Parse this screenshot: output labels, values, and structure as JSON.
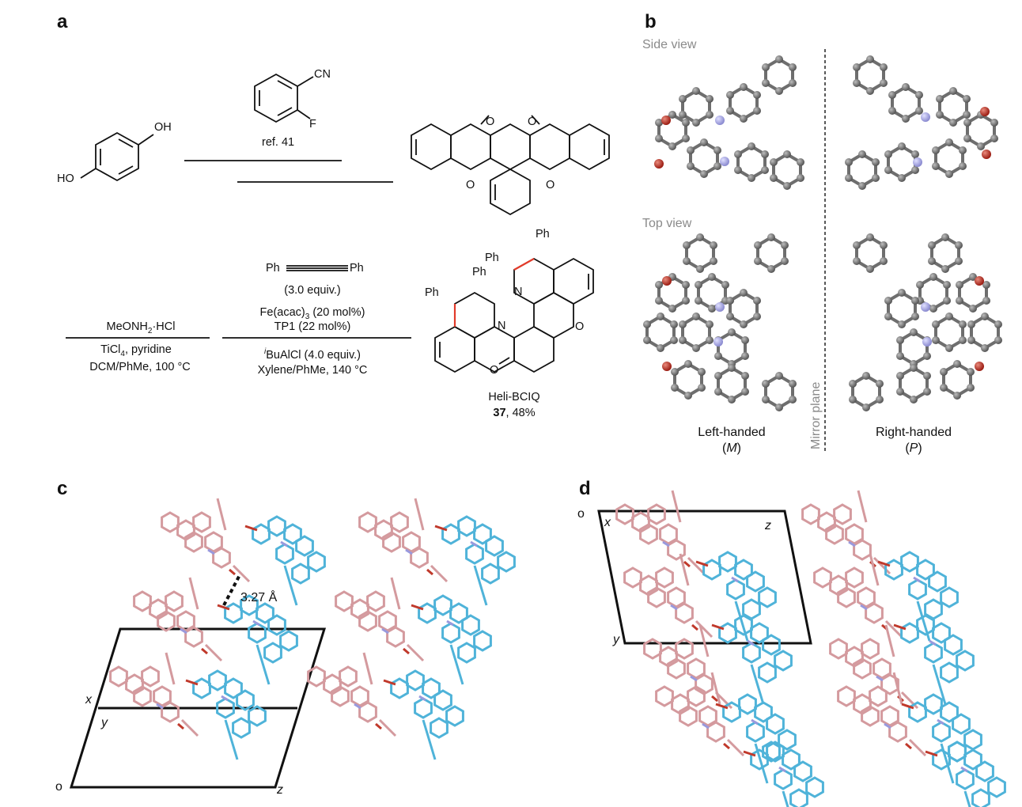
{
  "panels": {
    "a": "a",
    "b": "b",
    "c": "c",
    "d": "d"
  },
  "panel_a": {
    "hydroquinone_oh": "OH",
    "hydroquinone_ho": "HO",
    "reagent1_cn": "CN",
    "reagent1_f": "F",
    "reagent1_ref": "ref. 41",
    "diketone_o1": "O",
    "diketone_o2": "O",
    "diketone_ring_o1": "O",
    "diketone_ring_o2": "O",
    "step2_reagent": "MeONH",
    "step2_sub": "2",
    "step2_reagent_tail": "·HCl",
    "step2_line2": "TiCl",
    "step2_line2_sub": "4",
    "step2_line2_tail": ", pyridine",
    "step2_line3": "DCM/PhMe, 100 °C",
    "alkyne_ph_left": "Ph",
    "alkyne_ph_right": "Ph",
    "step3_line1": "(3.0 equiv.)",
    "step3_line2": "Fe(acac)",
    "step3_line2_sub": "3",
    "step3_line2_tail": " (20 mol%)",
    "step3_line3": "TP1 (22 mol%)",
    "step3_line4_sup": "i",
    "step3_line4": "BuAlCl (4.0 equiv.)",
    "step3_line5": "Xylene/PhMe, 140 °C",
    "product_ph1": "Ph",
    "product_ph2": "Ph",
    "product_ph3": "Ph",
    "product_ph4": "Ph",
    "product_n1": "N",
    "product_n2": "N",
    "product_o1": "O",
    "product_o2": "O",
    "product_name": "Heli-BCIQ",
    "product_number": "37",
    "product_yield": ", 48%"
  },
  "panel_b": {
    "side_view": "Side view",
    "top_view": "Top view",
    "mirror_plane": "Mirror plane",
    "left_label": "Left-handed",
    "left_symbol": "M",
    "right_label": "Right-handed",
    "right_symbol": "P"
  },
  "panel_c": {
    "distance": "3.27 Å",
    "axis_x": "x",
    "axis_y": "y",
    "axis_o": "o",
    "axis_z": "z"
  },
  "panel_d": {
    "axis_o": "o",
    "axis_x": "x",
    "axis_z": "z",
    "axis_y": "y"
  },
  "colors": {
    "oxygen": "#c0392b",
    "nitrogen": "#9999dd",
    "carbon": "#6e6e6e",
    "pink_molecule": "#d49a9e",
    "blue_molecule": "#4fb3d9",
    "new_bond": "#e23b2a"
  }
}
